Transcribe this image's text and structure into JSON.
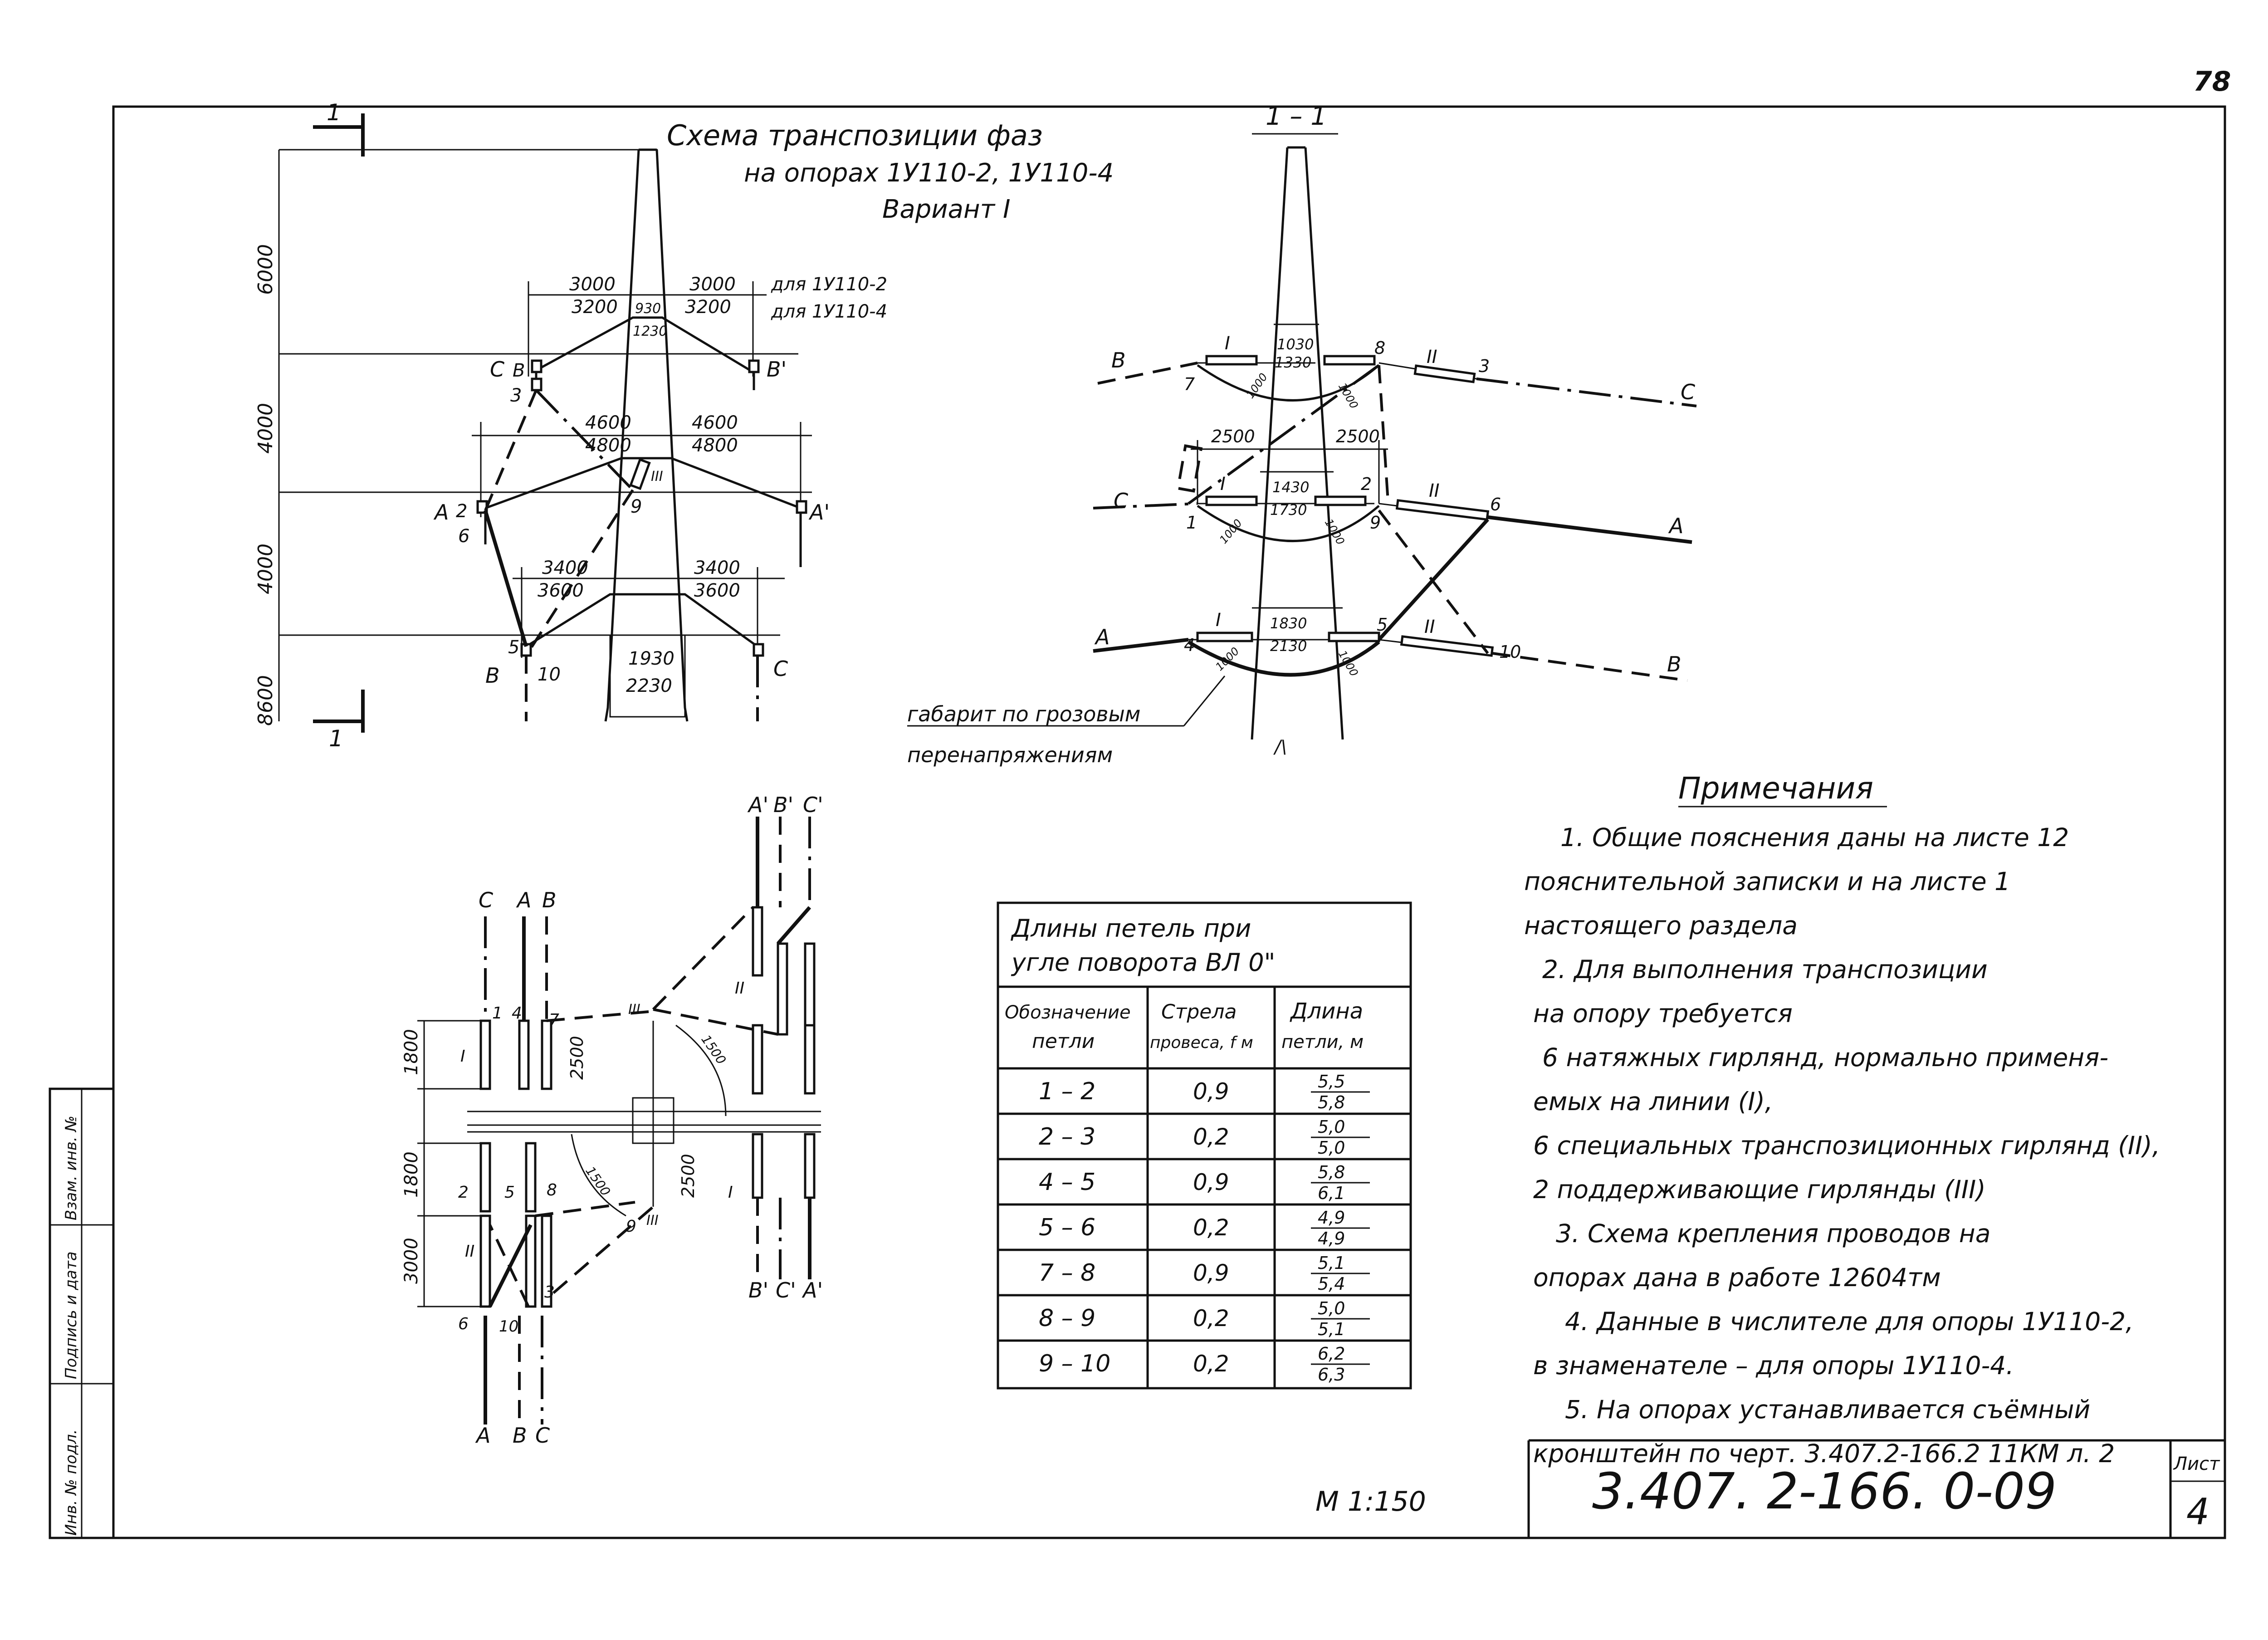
{
  "page_number": "78",
  "title": {
    "line1": "Схема транспозиции фаз",
    "line2": "на опорах  1У110-2,  1У110-4",
    "line3": "Вариант  I"
  },
  "section_marks": {
    "top_mark": "1",
    "bottom_mark": "1",
    "section_title": "1 – 1"
  },
  "front_view": {
    "dim_vertical": [
      "6000",
      "4000",
      "4000",
      "8600"
    ],
    "upper_arm": {
      "num_top_left": "3000",
      "num_bottom_left": "3200",
      "num_top_right": "3000",
      "num_bottom_right": "3200",
      "mast_top": "930",
      "mast_bottom": "1230",
      "note_top": "для 1У110-2",
      "note_bottom": "для 1У110-4"
    },
    "middle_arm": {
      "num_top_left": "4600",
      "num_bottom_left": "4800",
      "num_top_right": "4600",
      "num_bottom_right": "4800"
    },
    "lower_arm": {
      "num_top_left": "3400",
      "num_bottom_left": "3600",
      "num_top_right": "3400",
      "num_bottom_right": "3600",
      "mast_top": "1930",
      "mast_bottom": "2230"
    },
    "labels": {
      "C": "C",
      "B_upper": "B",
      "B_prime": "B'",
      "n3": "3",
      "A": "A",
      "n2": "2",
      "n6": "6",
      "n9": "9",
      "A_prime": "A'",
      "roman3": "III",
      "n5": "5",
      "B_low": "B",
      "n10": "10",
      "C_right": "C"
    }
  },
  "side_view": {
    "top_level": {
      "left_phase": "B",
      "right_phase": "C",
      "roman_left": "I",
      "roman_right": "II",
      "n7": "7",
      "n8": "8",
      "n3": "3",
      "dim_a": "1030",
      "dim_b": "1330",
      "r1": "1000",
      "r2": "1000"
    },
    "mid_level": {
      "left_phase": "C",
      "right_phase": "A",
      "roman_left": "I",
      "roman_right": "II",
      "n1": "1",
      "n2": "2",
      "n9": "9",
      "n6": "6",
      "dim_a": "1430",
      "dim_b": "1730",
      "w_left": "2500",
      "w_right": "2500",
      "r1": "1000",
      "r2": "1000"
    },
    "low_level": {
      "left_phase": "A",
      "right_phase": "B",
      "roman_left": "I",
      "roman_right": "II",
      "n4": "4",
      "n5": "5",
      "n10": "10",
      "dim_a": "1830",
      "dim_b": "2130",
      "r1": "1000",
      "r2": "1000"
    },
    "clearance_note_1": "габарит по грозовым",
    "clearance_note_2": "перенапряжениям"
  },
  "plan_view": {
    "left_top": [
      "C",
      "A",
      "B"
    ],
    "left_bottom": [
      "A",
      "B",
      "C"
    ],
    "right_top": [
      "A'",
      "B'",
      "C'"
    ],
    "right_bottom": [
      "B'",
      "C'",
      "A'"
    ],
    "dims": [
      "1800",
      "1800",
      "3000"
    ],
    "dim_2500_a": "2500",
    "dim_2500_b": "2500",
    "r1500_a": "1500",
    "r1500_b": "1500",
    "nums": {
      "n1": "1",
      "n4": "4",
      "n7": "7",
      "n2": "2",
      "n5": "5",
      "n8": "8",
      "n9": "9",
      "n3": "3",
      "n6": "6",
      "n10": "10"
    },
    "romans": {
      "i": "I",
      "ii": "II",
      "iii": "III"
    }
  },
  "loop_table": {
    "title_line1": "Длины  петель  при",
    "title_line2": "угле  поворота  ВЛ  0\"",
    "headers": [
      [
        "Обозначение",
        "петли"
      ],
      [
        "Стрела",
        "провеса, f м"
      ],
      [
        "Длина",
        "петли, м"
      ]
    ],
    "rows": [
      {
        "loop": "1 – 2",
        "sag": "0,9",
        "num": "5,5",
        "den": "5,8"
      },
      {
        "loop": "2 – 3",
        "sag": "0,2",
        "num": "5,0",
        "den": "5,0"
      },
      {
        "loop": "4 – 5",
        "sag": "0,9",
        "num": "5,8",
        "den": "6,1"
      },
      {
        "loop": "5 – 6",
        "sag": "0,2",
        "num": "4,9",
        "den": "4,9"
      },
      {
        "loop": "7 – 8",
        "sag": "0,9",
        "num": "5,1",
        "den": "5,4"
      },
      {
        "loop": "8 – 9",
        "sag": "0,2",
        "num": "5,0",
        "den": "5,1"
      },
      {
        "loop": "9 – 10",
        "sag": "0,2",
        "num": "6,2",
        "den": "6,3"
      }
    ]
  },
  "notes": {
    "heading": "Примечания",
    "lines": [
      "1. Общие пояснения даны на листе 12",
      "пояснительной записки и на листе 1",
      "настоящего раздела",
      "2. Для выполнения транспозиции",
      "на опору требуется",
      "6 натяжных гирлянд, нормально применя-",
      "емых  на линии  (I),",
      "6 специальных транспозиционных гирлянд (II),",
      "2 поддерживающие гирлянды  (III)",
      "3. Схема крепления проводов на",
      "опорах дана  в работе  12604тм",
      "4. Данные  в числителе для опоры 1У110-2,",
      "в знаменателе – для  опоры  1У110-4.",
      "5. На опорах  устанавливается съёмный",
      "кронштейн по черт. 3.407.2-166.2  11КМ л. 2"
    ]
  },
  "scale": "М 1:150",
  "stamp": {
    "doc_code": "3.407. 2-166. 0-09",
    "sheet_label": "Лист",
    "sheet_number": "4"
  },
  "side_strip": [
    "Инв. № подл.",
    "Подпись и дата",
    "Взам. инв. №"
  ]
}
